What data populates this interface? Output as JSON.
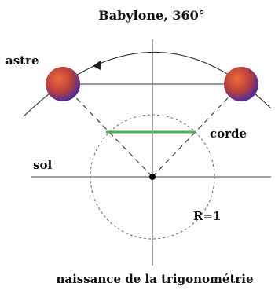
{
  "title": "Babylone, 360°",
  "labels": {
    "astre": "astre",
    "corde": "corde",
    "sol": "sol",
    "radius": "R=1"
  },
  "caption": "naissance de la trigonométrie",
  "colors": {
    "background": "#ffffff",
    "line": "#333333",
    "chord": "#4caf50",
    "planet_center": "#e2523a",
    "planet_edge": "#4a2aa8",
    "center_dot": "#000000"
  },
  "icons": {
    "astre_left": "planet-icon",
    "astre_right": "planet-icon",
    "orbit_direction": "arrowhead-icon"
  }
}
